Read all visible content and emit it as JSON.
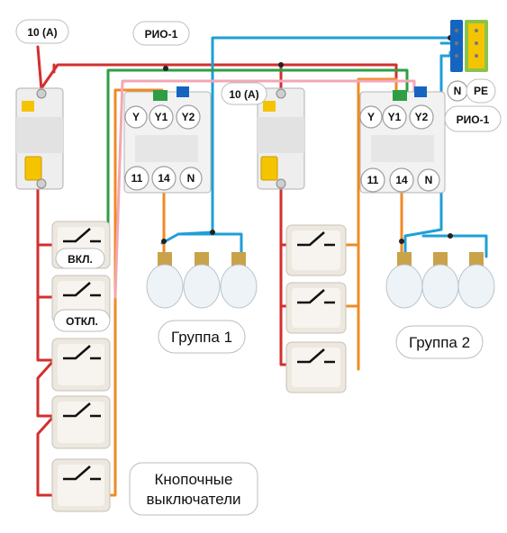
{
  "breaker_left": {
    "rating": "10 (A)"
  },
  "breaker_right": {
    "rating": "10 (A)"
  },
  "relay_left": {
    "name": "РИО-1",
    "terminals": {
      "y": "Y",
      "y1": "Y1",
      "y2": "Y2",
      "t11": "11",
      "t14": "14",
      "n": "N"
    }
  },
  "relay_right": {
    "name": "РИО-1",
    "terminals": {
      "y": "Y",
      "y1": "Y1",
      "y2": "Y2",
      "t11": "11",
      "t14": "14",
      "n": "N"
    }
  },
  "busbar": {
    "n": "N",
    "pe": "PE"
  },
  "buttons": {
    "on": "ВКЛ.",
    "off": "ОТКЛ."
  },
  "groups": {
    "group1": "Группа 1",
    "group2": "Группа 2"
  },
  "legend": {
    "line1": "Кнопочные",
    "line2": "выключатели"
  },
  "colors": {
    "phase": "#d32f2f",
    "neutral": "#1e9fd6",
    "control": "#f08a24",
    "on_line": "#2e9e44",
    "off_line": "#f3a7b5",
    "breaker_body": "#eeeeee",
    "breaker_handle": "#f5c400"
  }
}
